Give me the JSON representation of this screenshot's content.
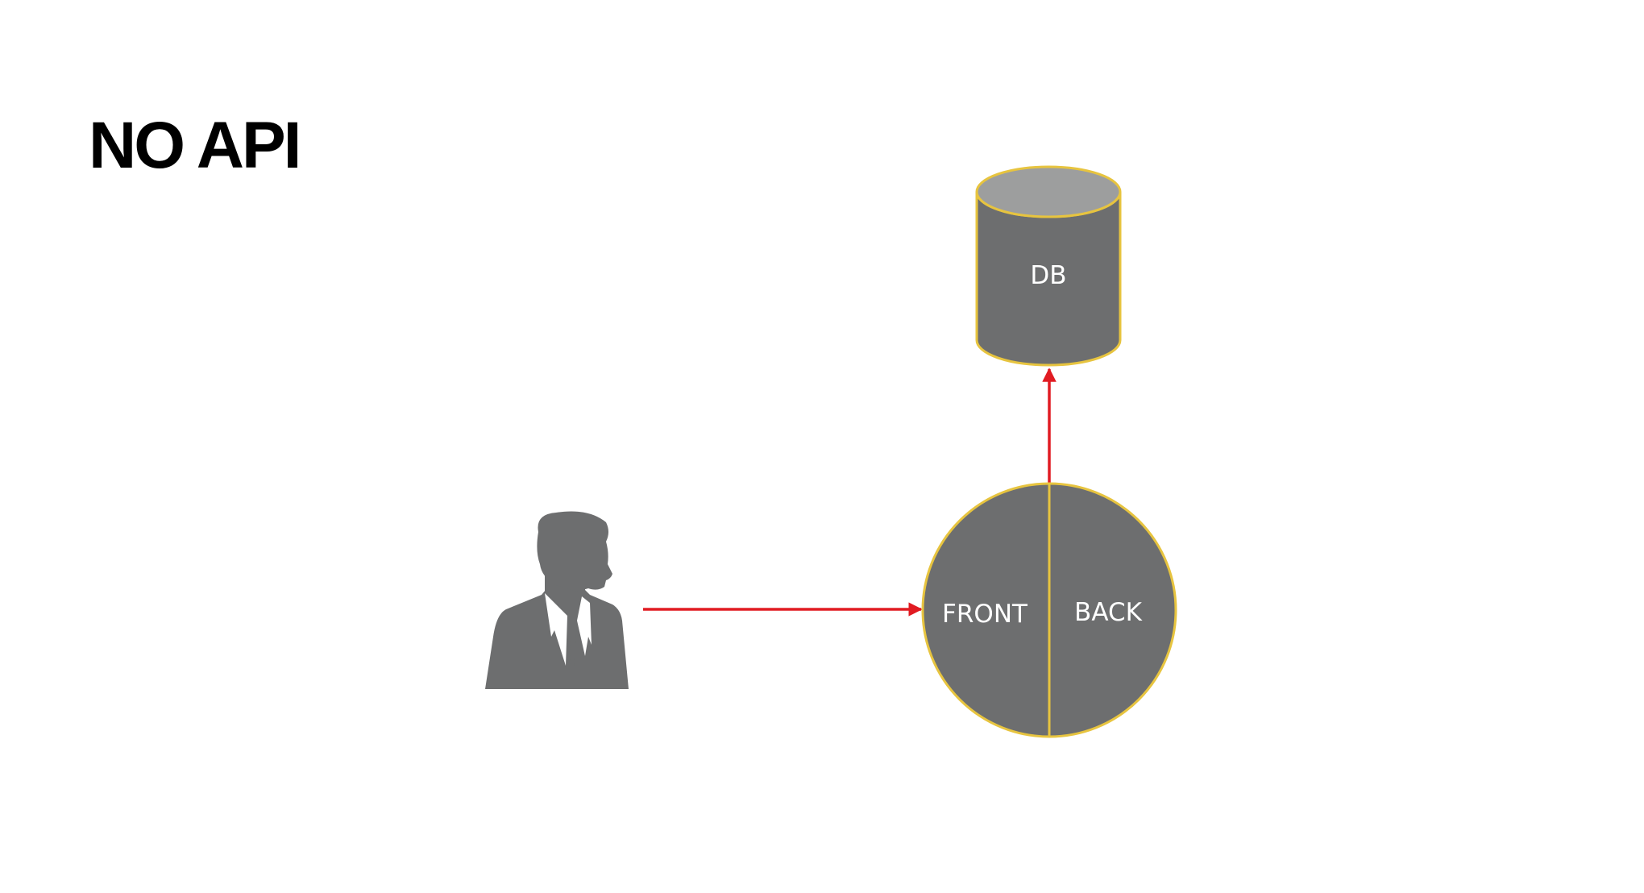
{
  "title": "NO API",
  "nodes": {
    "db": {
      "label": "DB"
    },
    "front": {
      "label": "FRONT"
    },
    "back": {
      "label": "BACK"
    }
  },
  "colors": {
    "background": "#ffffff",
    "title": "#000000",
    "shape_fill": "#6d6e6f",
    "db_top_fill": "#9d9e9e",
    "outline": "#e7c43f",
    "arrow": "#e11b22",
    "label": "#ffffff",
    "shirt": "#ffffff"
  },
  "icons": {
    "user": "person-silhouette-icon",
    "database": "database-cylinder-icon"
  }
}
